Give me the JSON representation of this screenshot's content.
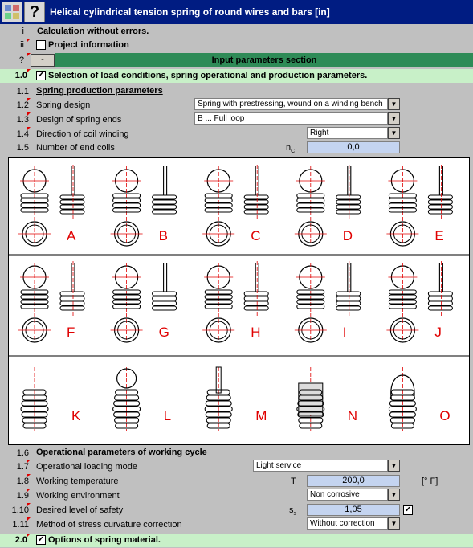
{
  "window": {
    "title": "Helical cylindrical tension spring of round wires and bars [in]",
    "help_glyph": "?"
  },
  "rows": {
    "i": {
      "num": "i",
      "text": "Calculation without errors."
    },
    "ii": {
      "num": "ii",
      "text": "Project information",
      "checked": false
    },
    "q": {
      "num": "?",
      "btn": "-",
      "text": "Input parameters section"
    },
    "s1": {
      "num": "1.0",
      "text": "Selection of load conditions, spring operational and production parameters.",
      "check": "✔"
    }
  },
  "params": [
    {
      "num": "1.1",
      "label": "Spring production parameters"
    },
    {
      "num": "1.2",
      "label": "Spring design",
      "value": "Spring with prestressing, wound on a winding bench"
    },
    {
      "num": "1.3",
      "label": "Design of spring ends",
      "value": "B ... Full loop"
    },
    {
      "num": "1.4",
      "label": "Direction of coil winding",
      "value": "Right"
    },
    {
      "num": "1.5",
      "label": "Number of end coils",
      "sym": "n",
      "sub": "C",
      "value": "0,0"
    }
  ],
  "end_types": [
    "A",
    "B",
    "C",
    "D",
    "E",
    "F",
    "G",
    "H",
    "I",
    "J",
    "K",
    "L",
    "M",
    "N",
    "O"
  ],
  "op": [
    {
      "num": "1.6",
      "label": "Operational parameters of working cycle"
    },
    {
      "num": "1.7",
      "label": "Operational loading mode",
      "value": "Light service"
    },
    {
      "num": "1.8",
      "label": "Working temperature",
      "sym": "T",
      "value": "200,0",
      "unit": "[° F]"
    },
    {
      "num": "1.9",
      "label": "Working environment",
      "value": "Non corrosive"
    },
    {
      "num": "1.10",
      "label": "Desired level of safety",
      "sym": "s",
      "sub": "s",
      "value": "1,05",
      "check": "✔"
    },
    {
      "num": "1.11",
      "label": "Method of stress curvature correction",
      "value": "Without correction"
    }
  ],
  "s2": {
    "num": "2.0",
    "text": "Options of spring material.",
    "check": "✔"
  },
  "colors": {
    "title_bg": "#001c82",
    "section_green": "#2e8b57",
    "section_light": "#c8f0c8",
    "value_bg": "#c4d4f0",
    "letter": "#e00000"
  }
}
